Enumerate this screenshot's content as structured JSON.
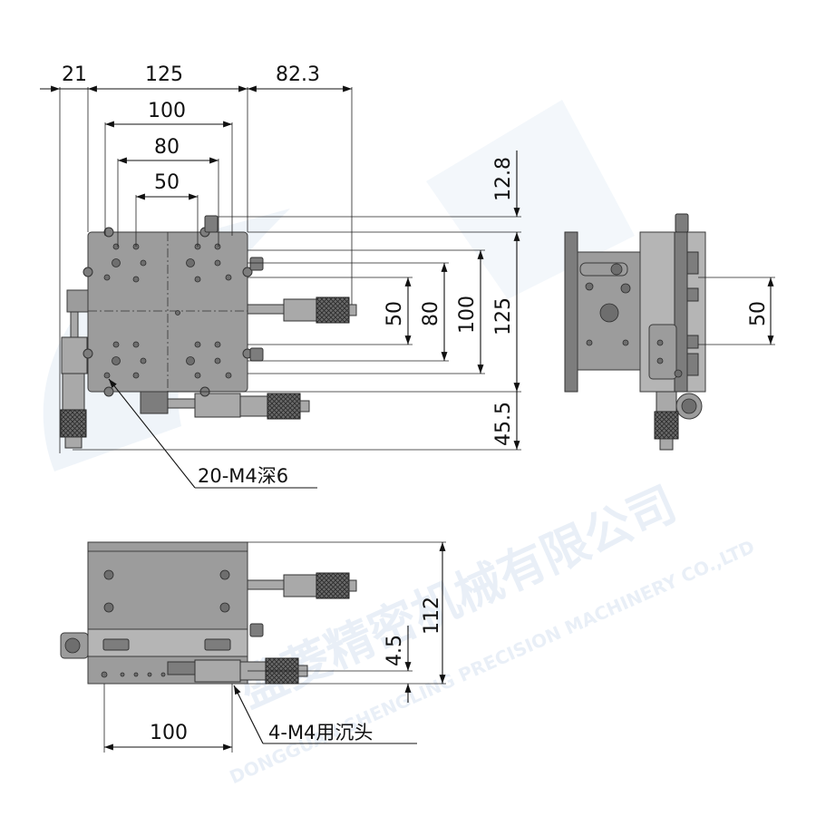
{
  "dimensions": {
    "top": [
      "21",
      "125",
      "82.3",
      "100",
      "80",
      "50"
    ],
    "right_vertical": [
      "12.8",
      "50",
      "80",
      "100",
      "125",
      "45.5"
    ],
    "side_view": [
      "50"
    ],
    "front_view": [
      "112",
      "4.5",
      "100"
    ]
  },
  "notes": {
    "holes_top": "20-M4深6",
    "holes_bottom": "4-M4用沉头"
  },
  "watermark": {
    "cn": "盛菱精密机械有限公司",
    "en": "DONGGUAN SHENGLING PRECISION MACHINERY CO.,LTD"
  },
  "colors": {
    "plate": "#9c9c9c",
    "line": "#111111",
    "watermark": "#2f6fb5"
  }
}
